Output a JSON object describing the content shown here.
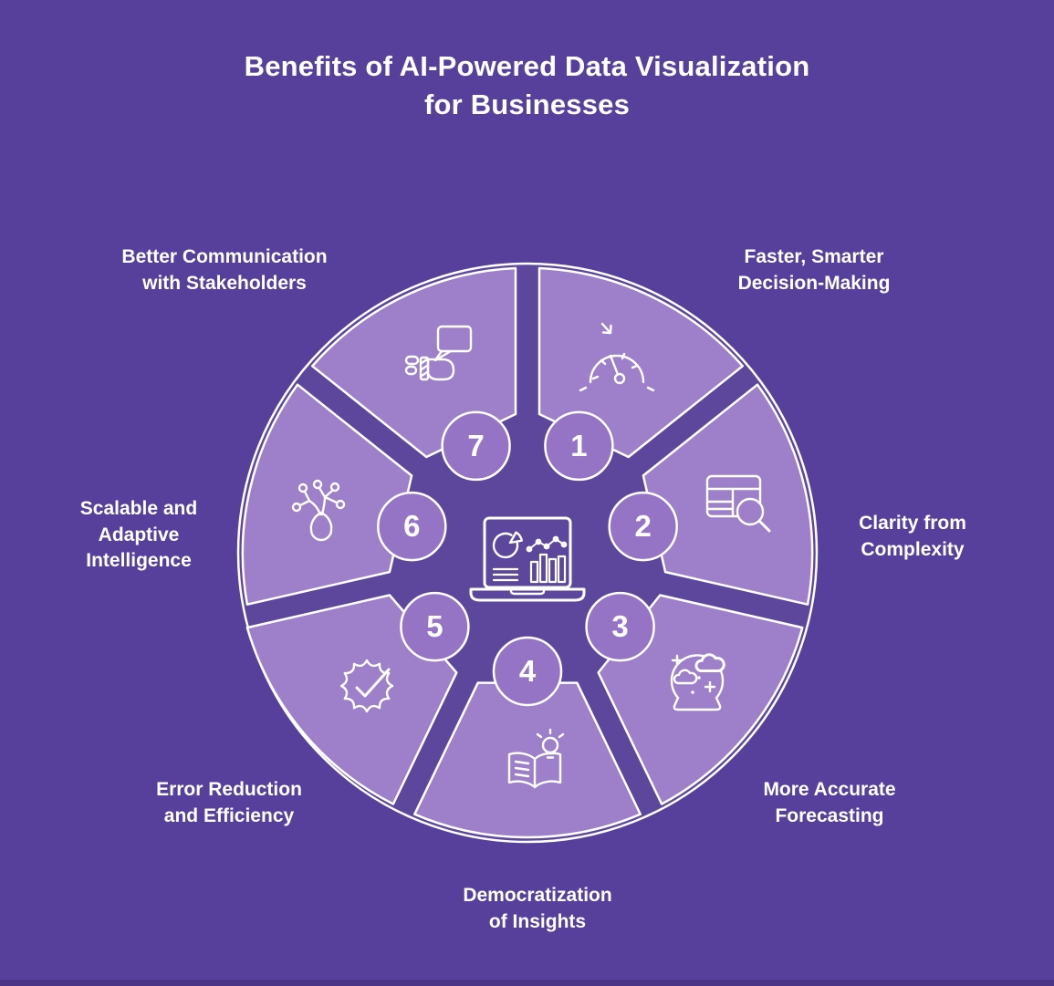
{
  "title": [
    "Benefits of AI-Powered Data Visualization",
    "for Businesses"
  ],
  "wheel": {
    "center_icon": "laptop-analytics-dashboard-icon",
    "items": [
      {
        "number": "1",
        "icon": "speedometer-arrow-icon",
        "lines": [
          "Faster, Smarter",
          "Decision-Making"
        ]
      },
      {
        "number": "2",
        "icon": "data-table-magnifier-icon",
        "lines": [
          "Clarity from",
          "Complexity"
        ]
      },
      {
        "number": "3",
        "icon": "crystal-ball-forecast-icon",
        "lines": [
          "More Accurate",
          "Forecasting"
        ]
      },
      {
        "number": "4",
        "icon": "open-book-lightbulb-icon",
        "lines": [
          "Democratization",
          "of Insights"
        ]
      },
      {
        "number": "5",
        "icon": "gear-checkmark-icon",
        "lines": [
          "Error Reduction",
          "and Efficiency"
        ]
      },
      {
        "number": "6",
        "icon": "growing-network-plant-icon",
        "lines": [
          "Scalable and",
          "Adaptive",
          "Intelligence"
        ]
      },
      {
        "number": "7",
        "icon": "hand-speech-bubble-icon",
        "lines": [
          "Better Communication",
          "with Stakeholders"
        ]
      }
    ]
  },
  "colors": {
    "page_background": "#56409B",
    "wheel_inner": "#5D479D",
    "segment": "#9E80CA",
    "badge": "#9573C5",
    "outline": "#FFFFFF",
    "text": "#FFFFFF",
    "footer_strip": "#4A3488"
  }
}
